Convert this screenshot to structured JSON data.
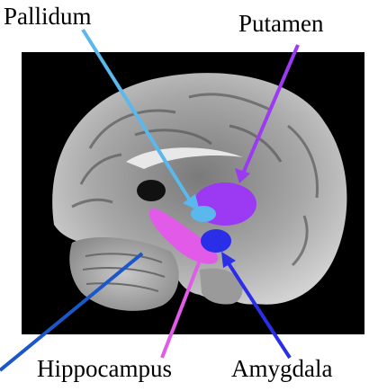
{
  "labels": {
    "pallidum": "Pallidum",
    "putamen": "Putamen",
    "hippocampus": "Hippocampus",
    "amygdala": "Amygdala"
  },
  "colors": {
    "pallidum": "#5ab8ec",
    "putamen": "#9b3af2",
    "hippocampus": "#e25ae8",
    "amygdala": "#2b2ee8",
    "unlabeled_pointer": "#1a57c8",
    "background": "#000000"
  }
}
